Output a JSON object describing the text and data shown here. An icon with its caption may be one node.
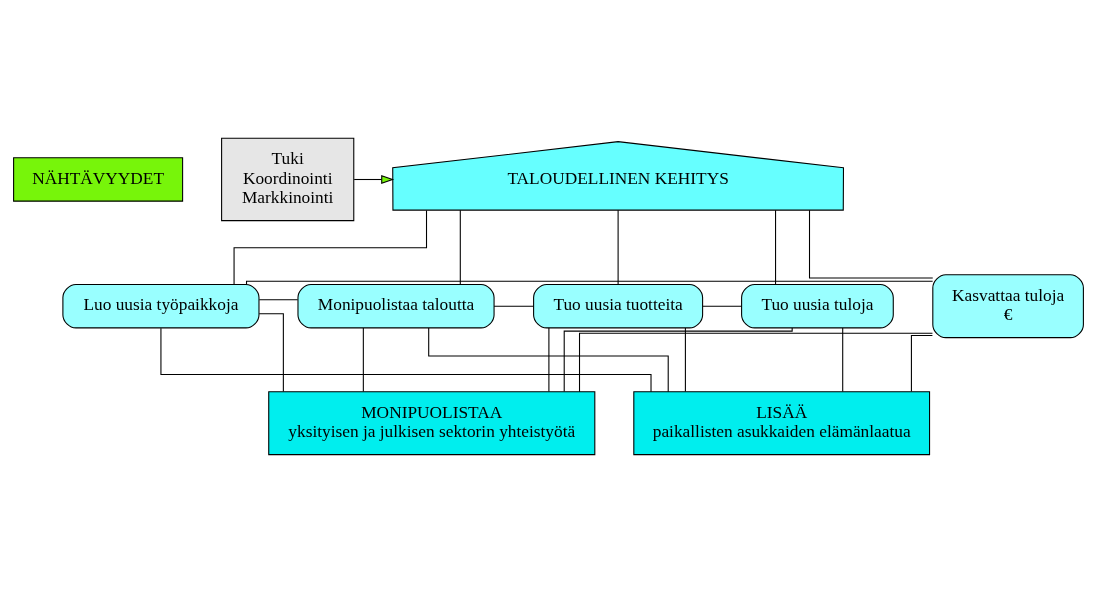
{
  "diagram": {
    "nodes": [
      {
        "text": [
          "NÄHTÄVYYDET"
        ]
      },
      {
        "text": [
          "Tuki",
          "Koordinointi",
          "Markkinointi"
        ]
      },
      {
        "text": [
          "TALOUDELLINEN KEHITYS"
        ]
      },
      {
        "text": [
          "Kasvattaa tuloja",
          "€"
        ]
      },
      {
        "text": [
          "Luo uusia työpaikkoja"
        ]
      },
      {
        "text": [
          "Monipuolistaa taloutta"
        ]
      },
      {
        "text": [
          "Tuo uusia tuotteita"
        ]
      },
      {
        "text": [
          "Tuo uusia tuloja"
        ]
      },
      {
        "text": [
          "MONIPUOLISTAA",
          "yksityisen ja julkisen sektorin yhteistyötä"
        ]
      },
      {
        "text": [
          "LISÄÄ",
          "paikallisten asukkaiden elämänlaatua"
        ]
      }
    ],
    "edges": [
      {
        "from": 1,
        "to": 2,
        "arrow": "to"
      },
      {
        "from": 2,
        "to": 3,
        "arrow": "none"
      },
      {
        "from": 2,
        "to": 4,
        "arrow": "none"
      },
      {
        "from": 2,
        "to": 5,
        "arrow": "none"
      },
      {
        "from": 2,
        "to": 6,
        "arrow": "none"
      },
      {
        "from": 2,
        "to": 7,
        "arrow": "none"
      },
      {
        "from": 3,
        "to": 4,
        "arrow": "none"
      },
      {
        "from": 4,
        "to": 5,
        "arrow": "none"
      },
      {
        "from": 5,
        "to": 6,
        "arrow": "none"
      },
      {
        "from": 6,
        "to": 7,
        "arrow": "none"
      },
      {
        "from": 3,
        "to": 8,
        "arrow": "none"
      },
      {
        "from": 4,
        "to": 8,
        "arrow": "none"
      },
      {
        "from": 5,
        "to": 8,
        "arrow": "none"
      },
      {
        "from": 6,
        "to": 8,
        "arrow": "none"
      },
      {
        "from": 7,
        "to": 8,
        "arrow": "none"
      },
      {
        "from": 3,
        "to": 9,
        "arrow": "none"
      },
      {
        "from": 4,
        "to": 9,
        "arrow": "none"
      },
      {
        "from": 5,
        "to": 9,
        "arrow": "none"
      },
      {
        "from": 6,
        "to": 9,
        "arrow": "none"
      },
      {
        "from": 7,
        "to": 9,
        "arrow": "none"
      }
    ]
  }
}
